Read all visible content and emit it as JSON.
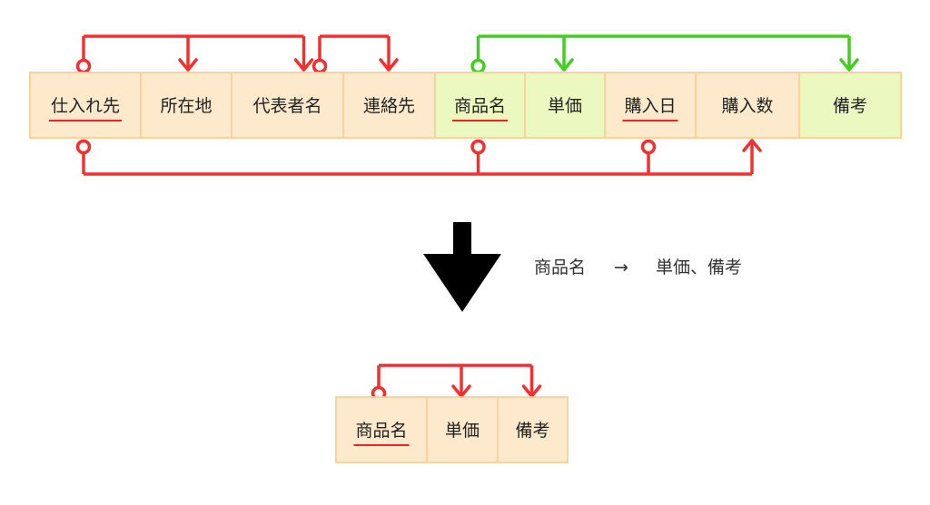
{
  "colors": {
    "cell_fill": "#fde9cb",
    "cell_border": "#f9d29c",
    "highlight_fill": "#ebf8bf",
    "red": "#f23030",
    "green": "#44cc22",
    "key_underline": "#ee2222",
    "big_arrow": "#000000"
  },
  "top_table": {
    "cells": [
      {
        "label": "仕入れ先",
        "key": true,
        "highlight": false
      },
      {
        "label": "所在地",
        "key": false,
        "highlight": false
      },
      {
        "label": "代表者名",
        "key": false,
        "highlight": false
      },
      {
        "label": "連絡先",
        "key": false,
        "highlight": false
      },
      {
        "label": "商品名",
        "key": true,
        "highlight": true
      },
      {
        "label": "単価",
        "key": false,
        "highlight": true
      },
      {
        "label": "購入日",
        "key": true,
        "highlight": false
      },
      {
        "label": "購入数",
        "key": false,
        "highlight": false
      },
      {
        "label": "備考",
        "key": false,
        "highlight": true
      }
    ]
  },
  "dependencies_top": [
    {
      "from": 0,
      "to": [
        1,
        2
      ],
      "color": "red"
    },
    {
      "from": 3,
      "to": [
        3
      ],
      "color": "red"
    },
    {
      "from": 4,
      "to": [
        5,
        8
      ],
      "color": "green"
    }
  ],
  "dependencies_bottom": {
    "from": [
      0,
      4,
      6
    ],
    "to": 7,
    "color": "red"
  },
  "note": {
    "determinant": "商品名",
    "arrow": "→",
    "dependents": "単価、備考"
  },
  "result_table": {
    "cells": [
      {
        "label": "商品名",
        "key": true
      },
      {
        "label": "単価",
        "key": false
      },
      {
        "label": "備考",
        "key": false
      }
    ]
  }
}
